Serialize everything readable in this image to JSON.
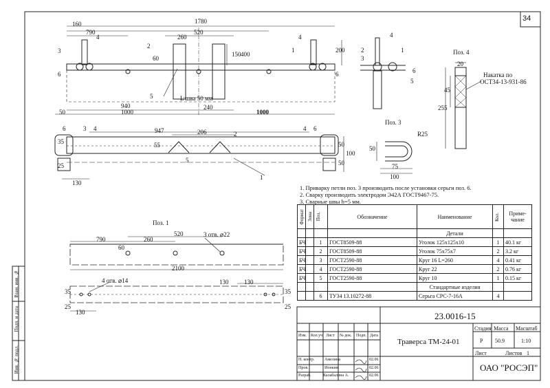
{
  "sheet_number": "34",
  "top_view": {
    "dims": {
      "d160": "160",
      "d1780": "1780",
      "d790": "790",
      "d260": "260",
      "d520": "520",
      "d60": "60",
      "d150": "150",
      "d400": "400",
      "d200": "200",
      "weld_len": "L шва 50 мм",
      "d940": "940",
      "d1000a": "1000",
      "d240": "240",
      "d1000b": "1000",
      "d50": "50"
    },
    "leaders": [
      "1",
      "2",
      "3",
      "4",
      "4",
      "5",
      "6",
      "6"
    ]
  },
  "plan_view": {
    "dims": {
      "d947": "947",
      "d206": "206",
      "d35": "35",
      "d55": "55",
      "d25": "25",
      "d130": "130",
      "d50a": "50",
      "d50b": "50",
      "d100": "100"
    },
    "leaders": [
      "1",
      "2",
      "3",
      "4",
      "4",
      "5",
      "6",
      "6"
    ]
  },
  "side_view": {
    "leaders": [
      "2",
      "3",
      "4",
      "5",
      "6",
      "1"
    ]
  },
  "pos3": {
    "title": "Поз. 3",
    "dims": {
      "r": "R25",
      "d50": "50",
      "d75": "75",
      "d100": "100"
    }
  },
  "pos4": {
    "title": "Поз. 4",
    "dims": {
      "d20": "20",
      "d45": "45",
      "d255": "255"
    },
    "note_line1": "Накатка по",
    "note_line2": "ОСТ34-13-931-86"
  },
  "pos1": {
    "title": "Поз. 1",
    "dims": {
      "d790": "790",
      "d260": "260",
      "d520": "520",
      "d60": "60",
      "d2100": "2100",
      "d35": "35",
      "d25": "25",
      "d130a": "130",
      "d130b": "130",
      "d130c": "130",
      "d35b": "35",
      "d25b": "25"
    },
    "holes_big": "3 отв. ⌀22",
    "holes_small": "4 отв. ⌀14"
  },
  "notes": [
    "1. Приварку петли поз. 3 производить после установки серьги поз. 6.",
    "2. Сварку производить электродом Э42А ГОСТ9467-75.",
    "3. Сварные швы h=5 мм."
  ],
  "spec": {
    "headers": {
      "format": "Формат",
      "zone": "Зона",
      "pos": "Поз.",
      "designation": "Обозначение",
      "name": "Наименование",
      "qty": "Кол.",
      "note": "Приме-чание"
    },
    "section_parts": "Детали",
    "rows": [
      {
        "format": "БЧ",
        "pos": "1",
        "designation": "ГОСТ8509-88",
        "name": "Уголок 125х125х10",
        "qty": "1",
        "note": "40.1 кг"
      },
      {
        "format": "БЧ",
        "pos": "2",
        "designation": "ГОСТ8509-88",
        "name": "Уголок 75х75х7",
        "qty": "2",
        "note": "3.2 кг"
      },
      {
        "format": "БЧ",
        "pos": "3",
        "designation": "ГОСТ2590-88",
        "name": "Круг 16 L=260",
        "qty": "4",
        "note": "0.41 кг"
      },
      {
        "format": "БЧ",
        "pos": "4",
        "designation": "ГОСТ2590-88",
        "name": "Круг 22",
        "qty": "2",
        "note": "0.76 кг"
      },
      {
        "format": "БЧ",
        "pos": "5",
        "designation": "ГОСТ2590-88",
        "name": "Круг 10",
        "qty": "1",
        "note": "0.15 кг"
      }
    ],
    "section_standard": "Стандартные изделия",
    "std_rows": [
      {
        "format": "",
        "pos": "6",
        "designation": "ТУ34 13.10272-88",
        "name": "Серьга СРС-7-16А",
        "qty": "4",
        "note": ""
      }
    ]
  },
  "title_block": {
    "doc_code": "23.0016-15",
    "title": "Траверса ТМ-24-01",
    "company": "ОАО \"РОСЭП\"",
    "stage_label": "Стадия",
    "mass_label": "Масса",
    "scale_label": "Масштаб",
    "stage": "Р",
    "mass": "50.9",
    "scale": "1:10",
    "sheet_label": "Лист",
    "sheets_label": "Листов",
    "sheets": "1",
    "col_izm": "Изм.",
    "col_kol": "Кол.уч.",
    "col_list": "Лист",
    "col_ndok": "№ док.",
    "col_podp": "Подп.",
    "col_data": "Дата",
    "role1": "Н. контр.",
    "name1": "Амелина",
    "date1": "02.06",
    "role2": "Пров.",
    "name2": "Ионкин",
    "date2": "02.06",
    "role3": "Разраб.",
    "name3": "Калабалина А.",
    "date3": "02.06"
  },
  "side_stamps": [
    "Взам. инв. №",
    "Подп. и дата",
    "Инв. № подл."
  ]
}
